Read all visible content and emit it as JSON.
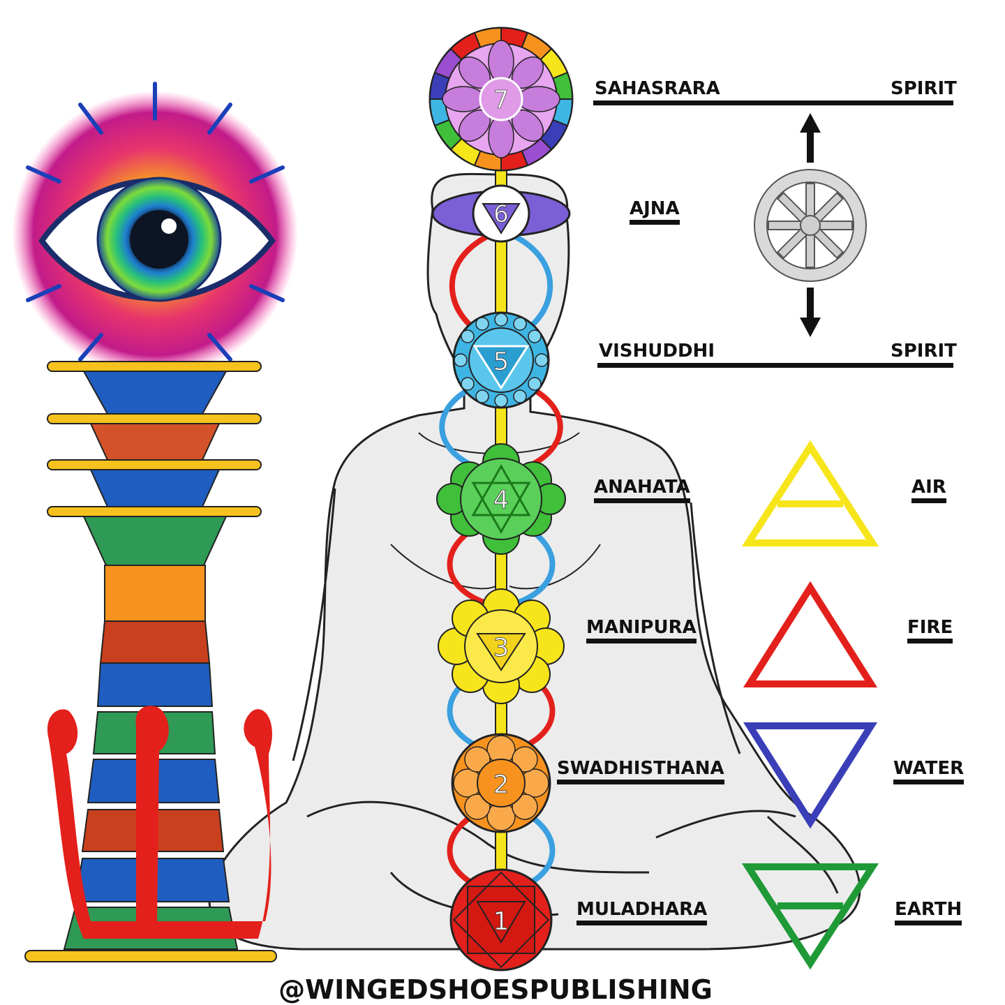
{
  "chakras": [
    {
      "number": "1",
      "name": "MULADHARA",
      "element": "EARTH",
      "color": "#e3201b"
    },
    {
      "number": "2",
      "name": "SWADHISTHANA",
      "element": "WATER",
      "color": "#f7921e"
    },
    {
      "number": "3",
      "name": "MANIPURA",
      "element": "FIRE",
      "color": "#f7e51b"
    },
    {
      "number": "4",
      "name": "ANAHATA",
      "element": "AIR",
      "color": "#3fbf3a"
    },
    {
      "number": "5",
      "name": "VISHUDDHI",
      "element": "SPIRIT",
      "color": "#3fb5e3"
    },
    {
      "number": "6",
      "name": "AJNA",
      "element": "",
      "color": "#7b5fd6"
    },
    {
      "number": "7",
      "name": "SAHASRARA",
      "element": "SPIRIT",
      "color": "#c77ddb"
    }
  ],
  "element_symbols": {
    "air": "#f7e51b",
    "fire": "#e3201b",
    "water": "#3a3fb8",
    "earth": "#1f9a37",
    "wheel": "#c8c8c8"
  },
  "channels": {
    "sushumna": "#f7e51b",
    "ida": "#3aa0e0",
    "pingala": "#e3201b"
  },
  "icons": [
    "third-eye-icon",
    "djed-pillar-icon",
    "shin-letter-icon",
    "dharma-wheel-icon",
    "arrow-up-icon",
    "arrow-down-icon"
  ],
  "watermark": "@WINGEDSHOESPUBLISHING"
}
